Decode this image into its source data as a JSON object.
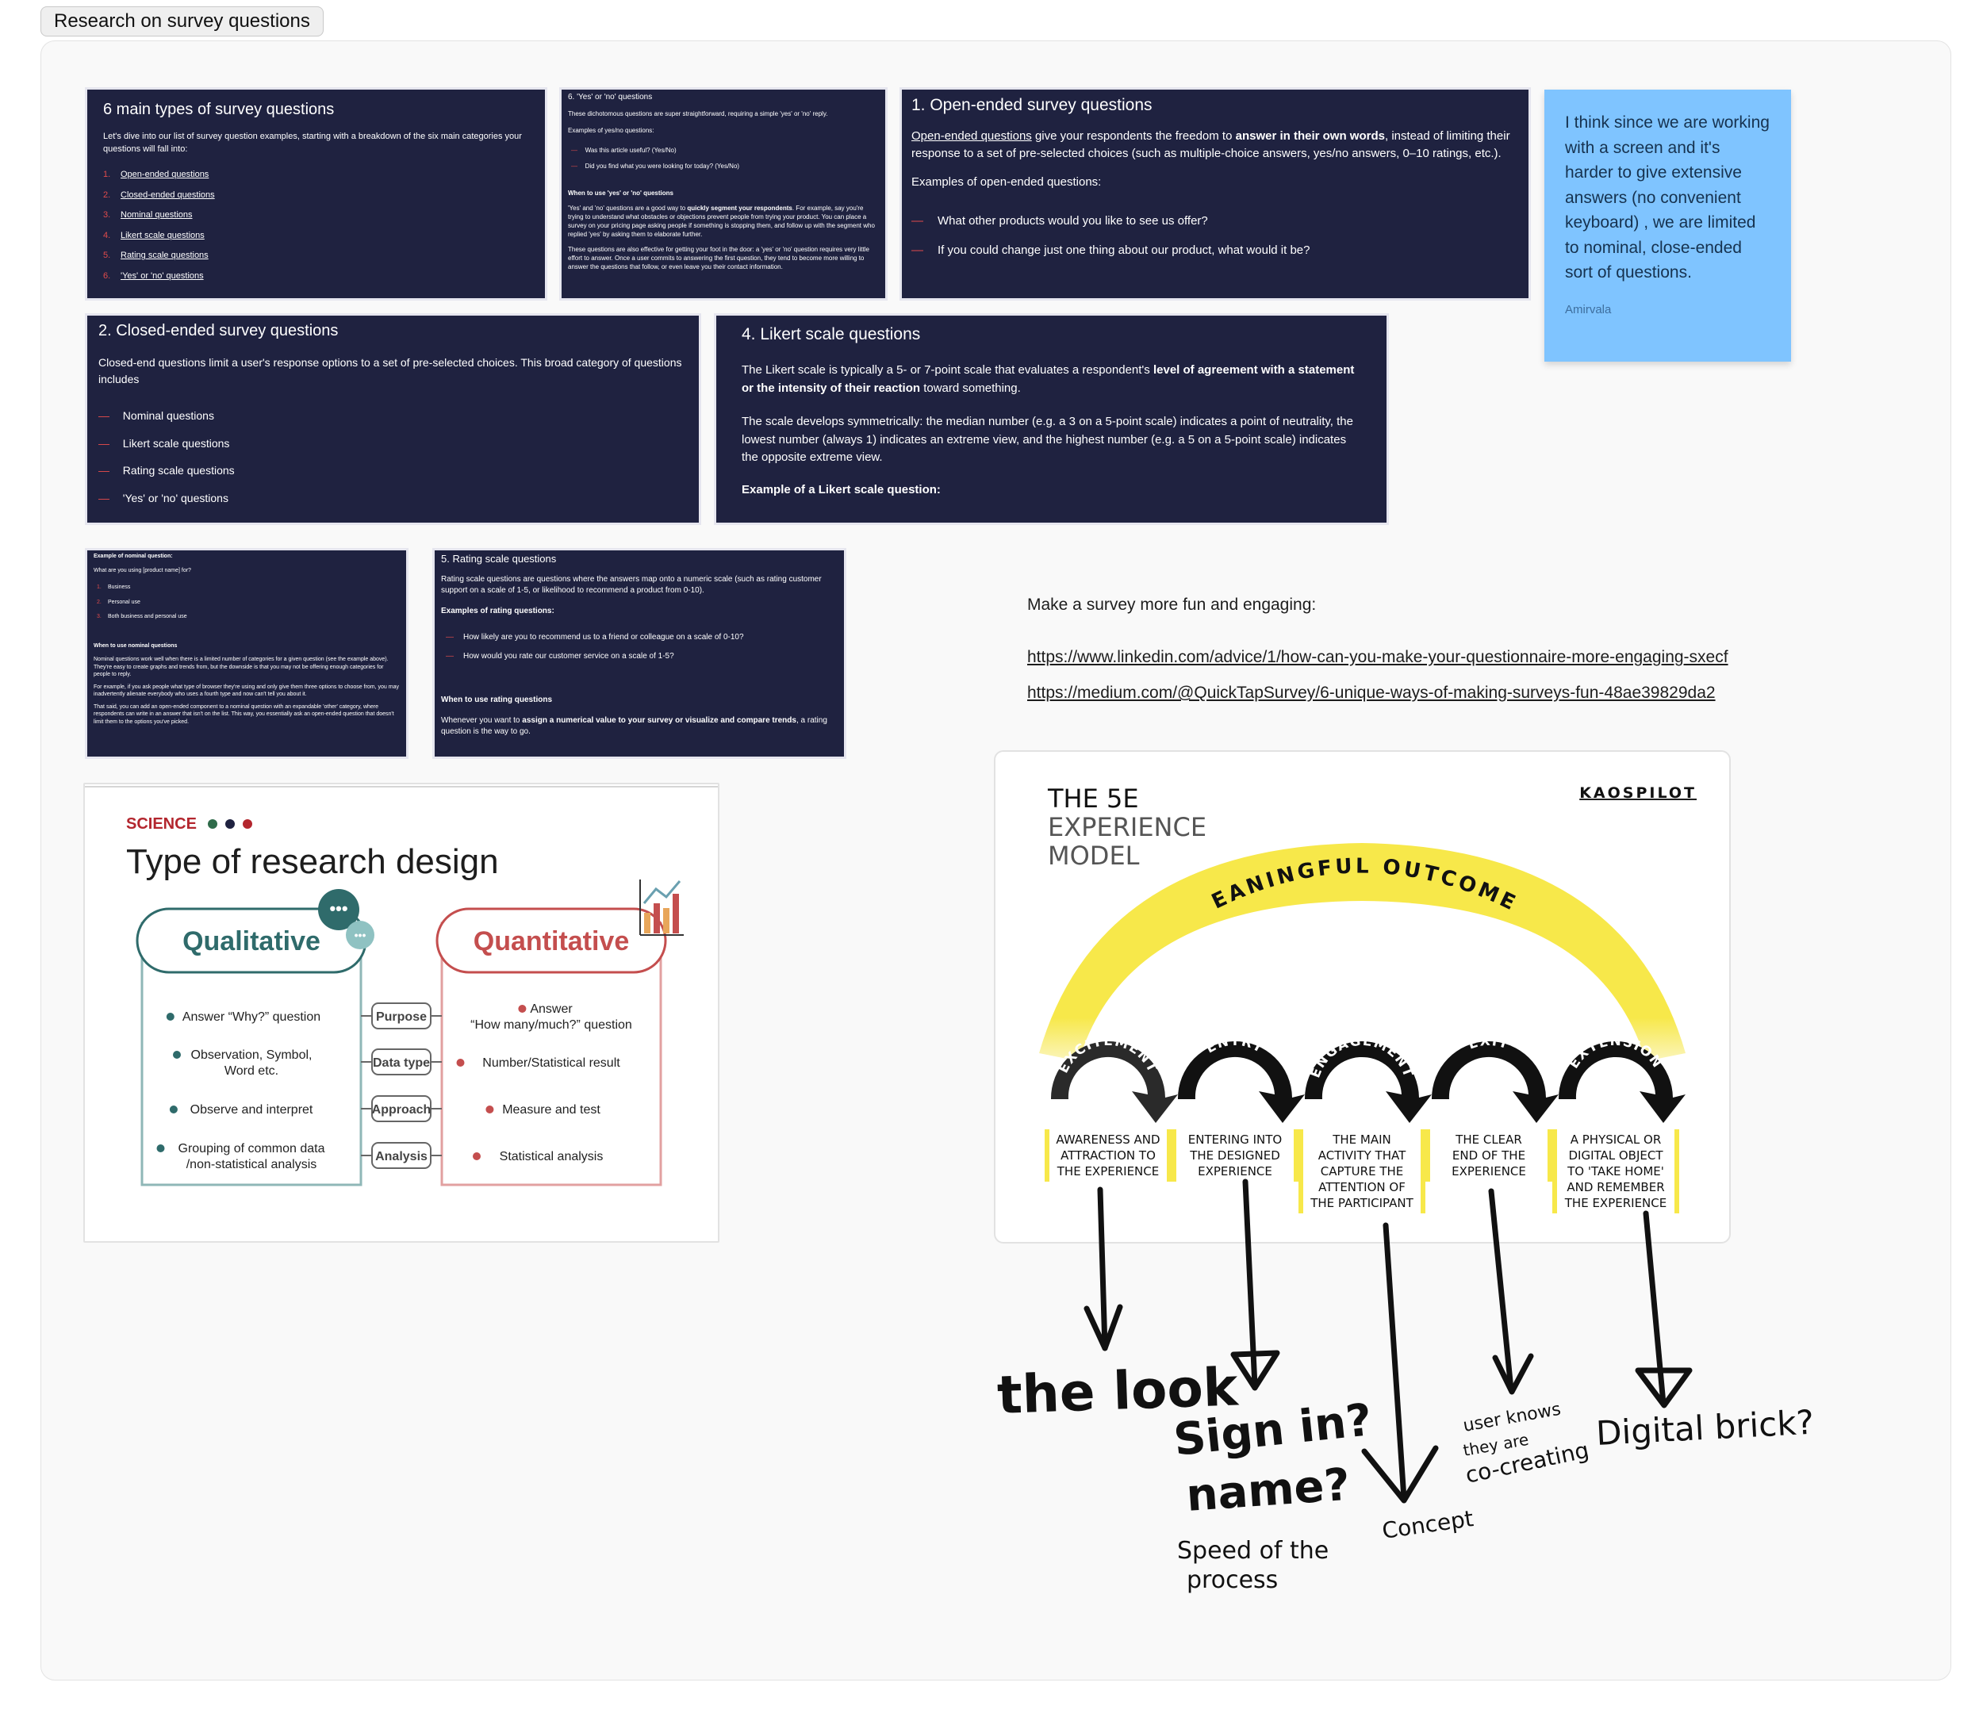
{
  "frame": {
    "title": "Research on survey questions"
  },
  "card_six_types": {
    "title": "6 main types of survey questions",
    "intro": "Let's dive into our list of survey question examples, starting with a breakdown of the six main categories your questions will fall into:",
    "items": [
      "Open-ended questions",
      "Closed-ended questions",
      "Nominal questions",
      "Likert scale questions",
      "Rating scale questions",
      "'Yes' or 'no' questions"
    ]
  },
  "card_yes_no": {
    "title": "6. 'Yes' or 'no' questions",
    "intro": "These dichotomous questions are super straightforward, requiring a simple 'yes' or 'no' reply.",
    "examples_heading": "Examples of yes/no questions:",
    "examples": [
      "Was this article useful? (Yes/No)",
      "Did you find what you were looking for today? (Yes/No)"
    ],
    "when_heading": "When to use 'yes' or 'no' questions",
    "when_p1_before": "'Yes' and 'no' questions are a good way to ",
    "when_p1_bold": "quickly segment your respondents",
    "when_p1_after": ". For example, say you're trying to understand what obstacles or objections prevent people from trying your product. You can place a survey on your pricing page asking people if something is stopping them, and follow up with the segment who replied 'yes' by asking them to elaborate further.",
    "when_p2": "These questions are also effective for getting your foot in the door: a 'yes' or 'no' question requires very little effort to answer. Once a user commits to answering the first question, they tend to become more willing to answer the questions that follow, or even leave you their contact information."
  },
  "card_open": {
    "title": "1. Open-ended survey questions",
    "p_link": "Open-ended questions",
    "p_mid": " give your respondents the freedom to ",
    "p_bold": "answer in their own words",
    "p_after": ", instead of limiting their response to a set of pre-selected choices (such as multiple-choice answers, yes/no answers, 0–10 ratings, etc.).",
    "examples_heading": "Examples of open-ended questions:",
    "examples": [
      "What other products would you like to see us offer?",
      "If you could change just one thing about our product, what would it be?"
    ]
  },
  "sticky": {
    "text": "I think since we are working with a screen and it's harder to give extensive answers (no convenient keyboard) , we are limited to nominal, close-ended sort of questions.",
    "author": "Amirvala"
  },
  "card_closed": {
    "title": "2. Closed-ended survey questions",
    "intro": "Closed-end questions limit a user's response options to a set of pre-selected choices. This broad category of questions includes",
    "items": [
      "Nominal questions",
      "Likert scale questions",
      "Rating scale questions",
      "'Yes' or 'no' questions"
    ]
  },
  "card_likert": {
    "title": "4. Likert scale questions",
    "p1_before": "The Likert scale is typically a 5- or 7-point scale that evaluates a respondent's ",
    "p1_bold": "level of agreement with a statement or the intensity of their reaction",
    "p1_after": " toward something.",
    "p2": "The scale develops symmetrically: the median number (e.g. a 3 on a 5-point scale) indicates a point of neutrality, the lowest number (always 1) indicates an extreme view, and the highest number (e.g. a 5 on a 5-point scale) indicates the opposite extreme view.",
    "example_heading": "Example of a Likert scale question:"
  },
  "card_nominal": {
    "heading": "Example of nominal question:",
    "question": "What are you using [product name] for?",
    "options": [
      "Business",
      "Personal use",
      "Both business and personal use"
    ],
    "when_heading": "When to use nominal questions",
    "p1": "Nominal questions work well when there is a limited number of categories for a given question (see the example above). They're easy to create graphs and trends from, but the downside is that you may not be offering enough categories for people to reply.",
    "p2": "For example, if you ask people what type of browser they're using and only give them three options to choose from, you may inadvertently alienate everybody who uses a fourth type and now can't tell you about it.",
    "p3": "That said, you can add an open-ended component to a nominal question with an expandable 'other' category, where respondents can write in an answer that isn't on the list. This way, you essentially ask an open-ended question that doesn't limit them to the options you've picked."
  },
  "card_rating": {
    "title": "5. Rating scale questions",
    "intro": "Rating scale questions are questions where the answers map onto a numeric scale (such as rating customer support on a scale of 1-5, or likelihood to recommend a product from 0-10).",
    "examples_heading": "Examples of rating questions:",
    "examples": [
      "How likely are you to recommend us to a friend or colleague on a scale of 0-10?",
      "How would you rate our customer service on a scale of 1-5?"
    ],
    "when_heading": "When to use rating questions",
    "when_before": "Whenever you want to ",
    "when_bold": "assign a numerical value to your survey or visualize and compare trends",
    "when_after": ", a rating question is the way to go."
  },
  "engaging": {
    "heading": "Make a survey more fun and engaging:",
    "link1": "https://www.linkedin.com/advice/1/how-can-you-make-your-questionnaire-more-engaging-sxecf",
    "link2": "https://medium.com/@QuickTapSurvey/6-unique-ways-of-making-surveys-fun-48ae39829da2"
  },
  "research_design": {
    "kicker": "SCIENCE",
    "title": "Type of research design",
    "left_title": "Qualitative",
    "right_title": "Quantitative",
    "rows": [
      {
        "label": "Purpose",
        "left": [
          "Answer “Why?” question"
        ],
        "right": [
          "Answer",
          "“How many/much?” question"
        ]
      },
      {
        "label": "Data type",
        "left": [
          "Observation, Symbol,",
          "Word etc."
        ],
        "right": [
          "Number/Statistical result"
        ]
      },
      {
        "label": "Approach",
        "left": [
          "Observe and interpret"
        ],
        "right": [
          "Measure and test"
        ]
      },
      {
        "label": "Analysis",
        "left": [
          "Grouping of common data",
          "/non-statistical analysis"
        ],
        "right": [
          "Statistical analysis"
        ]
      }
    ],
    "colors": {
      "left": "#2f6b6b",
      "right": "#c44e4e",
      "kicker": "#b3262e"
    }
  },
  "five_e": {
    "title_line1": "THE 5E",
    "title_line2": "EXPERIENCE",
    "title_line3": "MODEL",
    "brand": "KAOSPILOT",
    "arc_label": "MEANINGFUL OUTCOMES",
    "stages": [
      {
        "name": "EXCITEMENT",
        "desc": [
          "AWARENESS AND",
          "ATTRACTION TO",
          "THE EXPERIENCE"
        ]
      },
      {
        "name": "ENTRY",
        "desc": [
          "ENTERING INTO",
          "THE DESIGNED",
          "EXPERIENCE"
        ]
      },
      {
        "name": "ENGAGEMENT",
        "desc": [
          "THE MAIN",
          "ACTIVITY THAT",
          "CAPTURE THE",
          "ATTENTION OF",
          "THE PARTICIPANT"
        ]
      },
      {
        "name": "EXIT",
        "desc": [
          "THE CLEAR",
          "END OF THE",
          "EXPERIENCE"
        ]
      },
      {
        "name": "EXTENSION",
        "desc": [
          "A PHYSICAL OR",
          "DIGITAL OBJECT",
          "TO 'TAKE HOME'",
          "AND REMEMBER",
          "THE EXPERIENCE"
        ]
      }
    ],
    "accent": "#f7e84a"
  },
  "handwritten": {
    "n1": "the look",
    "n2a": "Sign in?",
    "n2b": "name?",
    "n2c": "Speed of the",
    "n2d": "process",
    "n3": "Concept",
    "n4a": "user knows",
    "n4b": "they are",
    "n4c": "co-creating",
    "n5": "Digital brick?"
  }
}
